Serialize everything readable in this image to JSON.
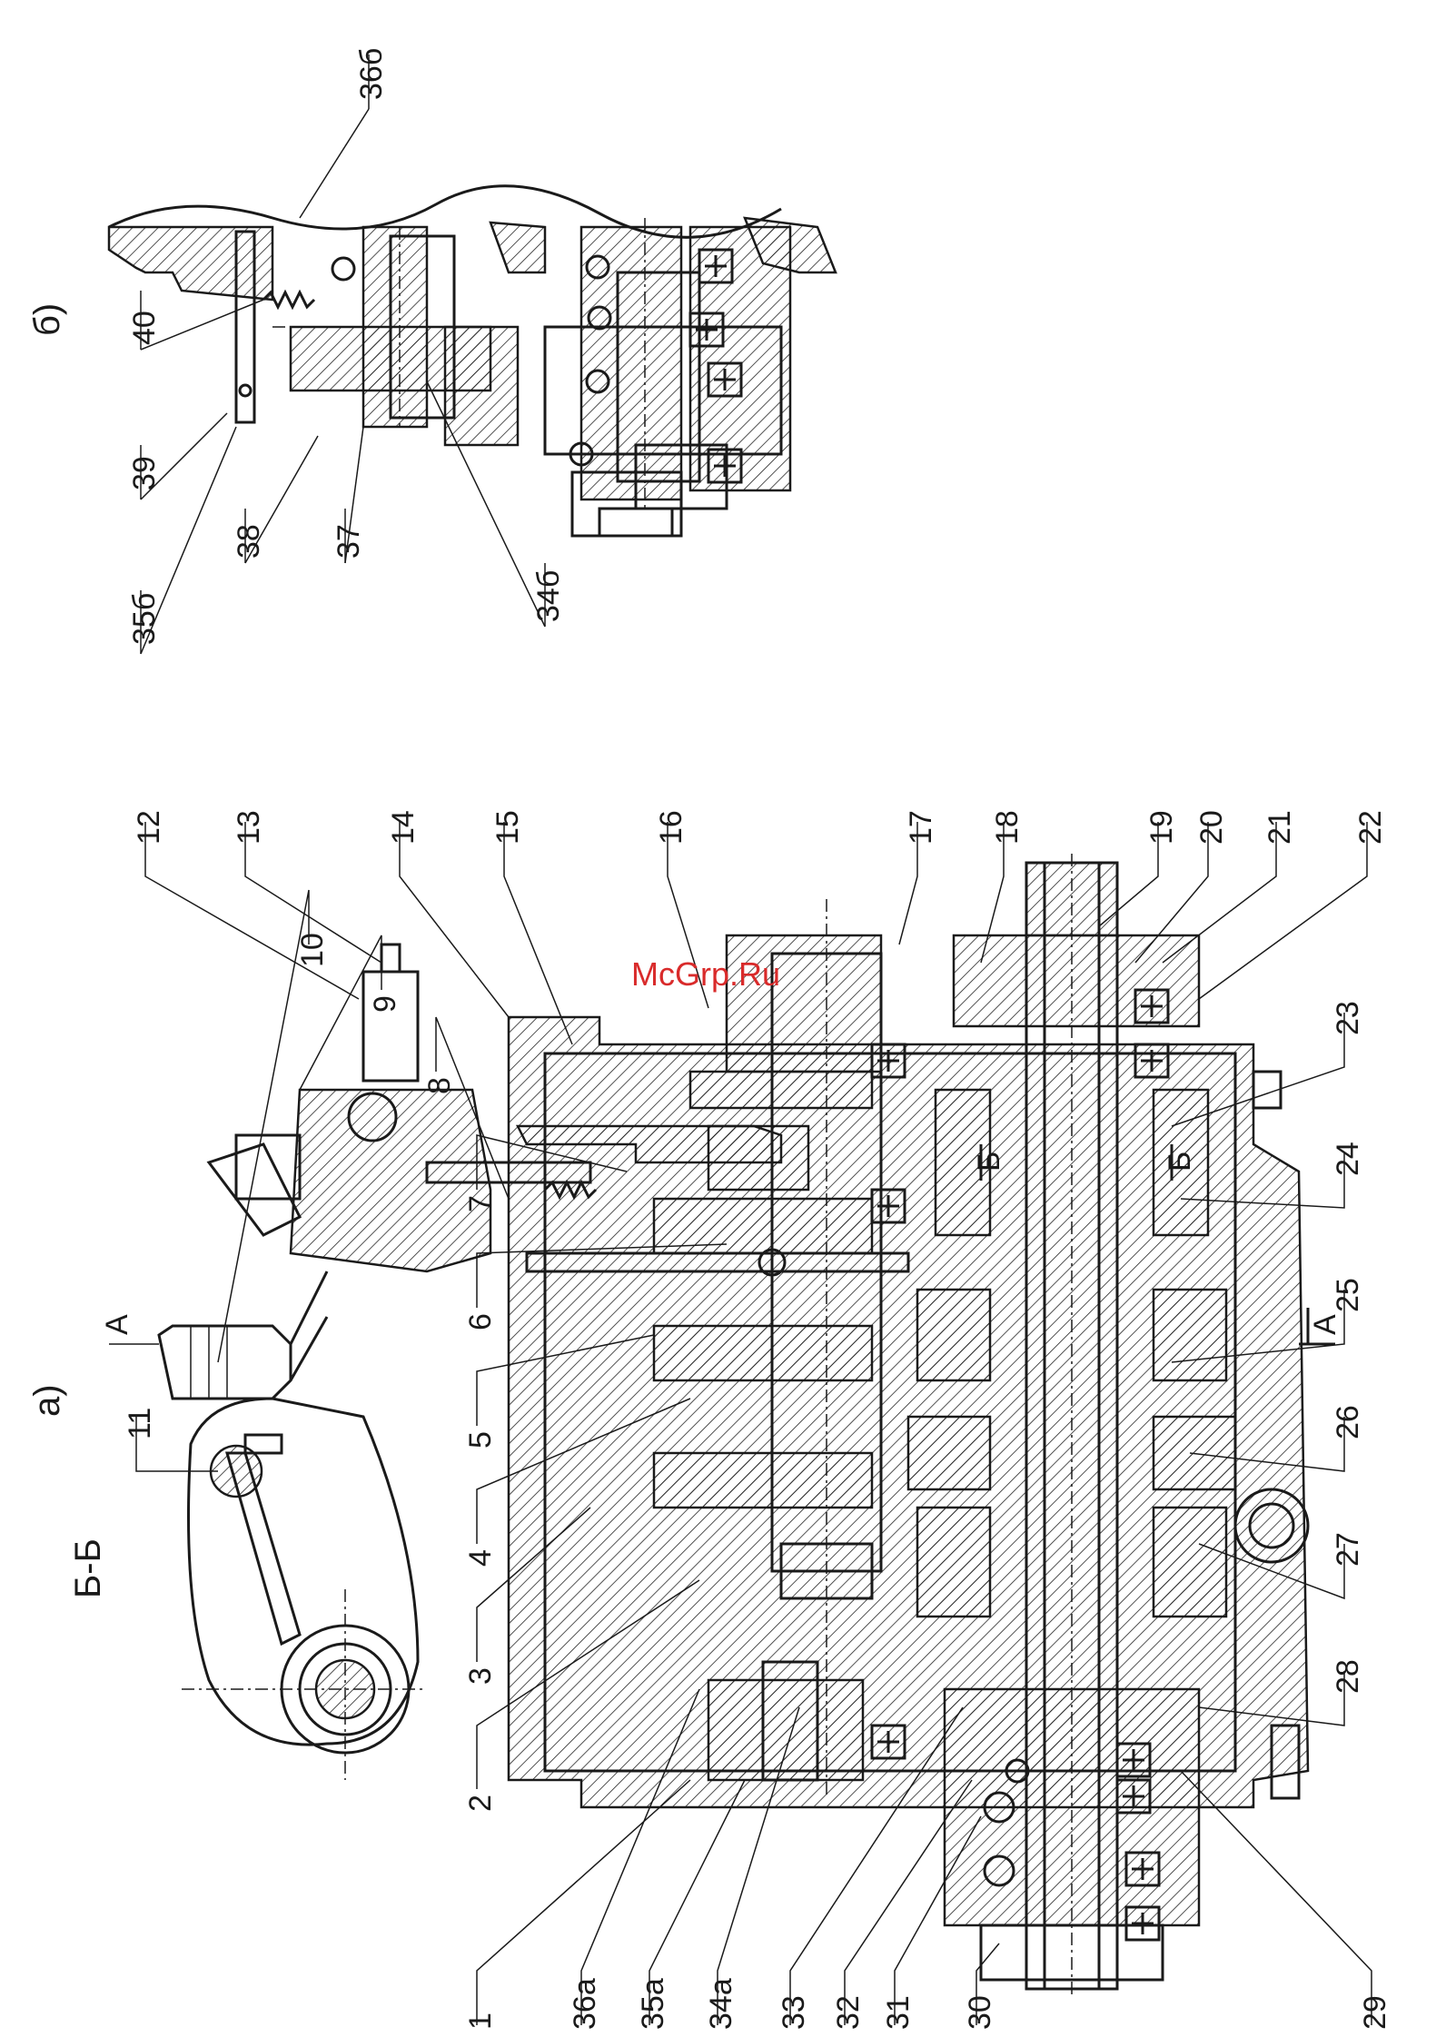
{
  "watermark": "McGrp.Ru",
  "views": {
    "a": "a)",
    "b": "б)",
    "section_bb": "Б-Б",
    "arrow_a": "A",
    "arrow_a2": "A",
    "cut_b1": "Б",
    "cut_b2": "Б"
  },
  "labels_view_a_top": [
    "12",
    "13",
    "14",
    "15",
    "16",
    "17",
    "18",
    "19",
    "20",
    "21",
    "22",
    "23",
    "24"
  ],
  "labels_view_a_bottom": [
    "1",
    "36а",
    "35а",
    "34а",
    "33",
    "32",
    "31",
    "30",
    "29"
  ],
  "labels_view_a_right": [
    "2",
    "3",
    "4",
    "5",
    "6",
    "7",
    "8",
    "9",
    "10",
    "11"
  ],
  "labels_view_a_lower_right": [
    "25",
    "26",
    "27",
    "28"
  ],
  "labels_view_b": [
    "36б",
    "40",
    "39",
    "35б",
    "38",
    "37",
    "34б"
  ]
}
